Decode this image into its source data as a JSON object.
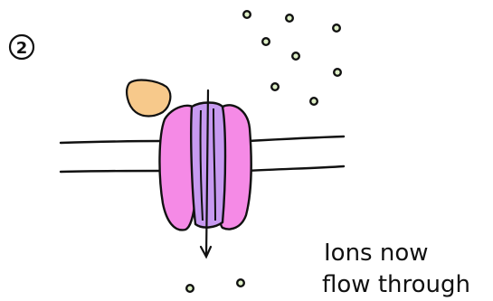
{
  "step": {
    "number": "2"
  },
  "caption": {
    "line1": "Ions now",
    "line2": "flow through"
  },
  "colors": {
    "ink": "#111111",
    "ligand": "#f7c98b",
    "channel_outer": "#f58ae6",
    "channel_inner": "#c79af0",
    "ion_fill": "#dff0c7",
    "background": "#ffffff"
  },
  "diagram": {
    "membrane_lines": 2,
    "ions_above": 8,
    "ions_below": 2,
    "arrow_direction": "down"
  }
}
